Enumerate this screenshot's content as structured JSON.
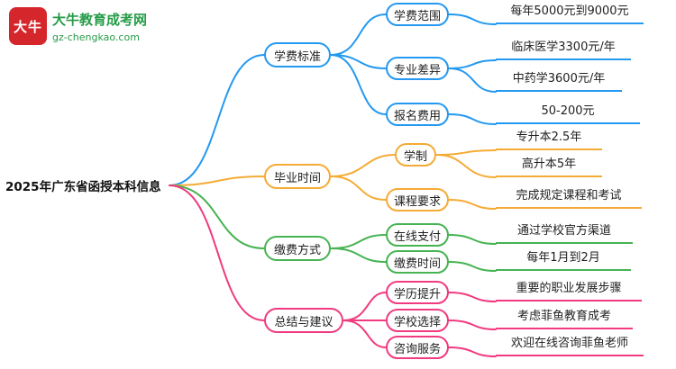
{
  "logo": {
    "badge_text": "大牛",
    "brand": "大牛教育成考网",
    "domain": "gz-chengkao.com"
  },
  "root": "2025年广东省函授本科信息",
  "colors": {
    "blue": "#2499f0",
    "orange": "#f5ab35",
    "green": "#47b353",
    "pink": "#f13a7f",
    "brand_red": "#d5262b",
    "brand_green": "#259b48"
  },
  "branches": [
    {
      "label": "学费标准",
      "children": [
        {
          "label": "学费范围",
          "leaves": [
            "每年5000元到9000元"
          ]
        },
        {
          "label": "专业差异",
          "leaves": [
            "临床医学3300元/年",
            "中药学3600元/年"
          ]
        },
        {
          "label": "报名费用",
          "leaves": [
            "50-200元"
          ]
        }
      ]
    },
    {
      "label": "毕业时间",
      "children": [
        {
          "label": "学制",
          "leaves": [
            "专升本2.5年",
            "高升本5年"
          ]
        },
        {
          "label": "课程要求",
          "leaves": [
            "完成规定课程和考试"
          ]
        }
      ]
    },
    {
      "label": "缴费方式",
      "children": [
        {
          "label": "在线支付",
          "leaves": [
            "通过学校官方渠道"
          ]
        },
        {
          "label": "缴费时间",
          "leaves": [
            "每年1月到2月"
          ]
        }
      ]
    },
    {
      "label": "总结与建议",
      "children": [
        {
          "label": "学历提升",
          "leaves": [
            "重要的职业发展步骤"
          ]
        },
        {
          "label": "学校选择",
          "leaves": [
            "考虑菲鱼教育成考"
          ]
        },
        {
          "label": "咨询服务",
          "leaves": [
            "欢迎在线咨询菲鱼老师"
          ]
        }
      ]
    }
  ]
}
